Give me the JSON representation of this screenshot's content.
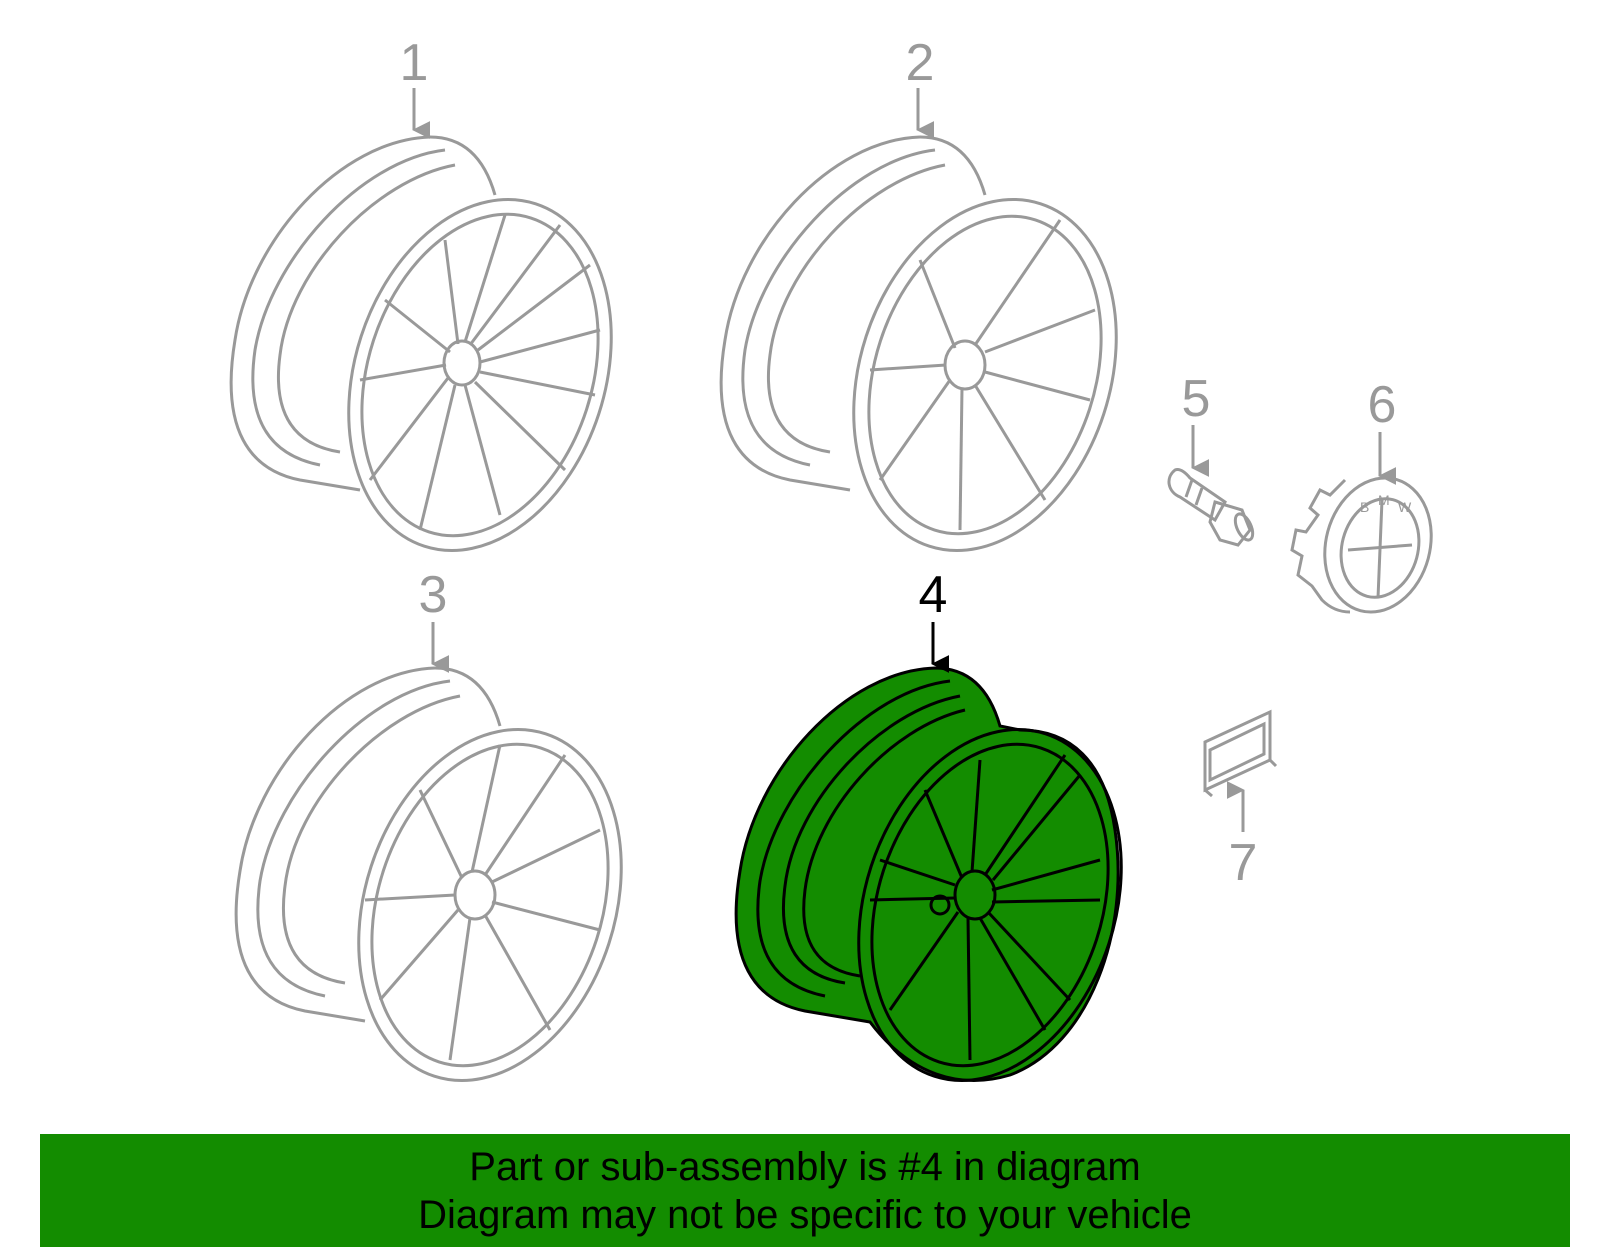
{
  "colors": {
    "highlight": "#138c00",
    "banner_bg": "#138c00",
    "muted_part": "#999999",
    "selected_part": "#000000"
  },
  "callouts": [
    {
      "id": "1",
      "label": "1",
      "part": "wheel",
      "selected": false
    },
    {
      "id": "2",
      "label": "2",
      "part": "wheel",
      "selected": false
    },
    {
      "id": "3",
      "label": "3",
      "part": "wheel",
      "selected": false
    },
    {
      "id": "4",
      "label": "4",
      "part": "wheel",
      "selected": true
    },
    {
      "id": "5",
      "label": "5",
      "part": "lug-bolt",
      "selected": false
    },
    {
      "id": "6",
      "label": "6",
      "part": "hub-cap",
      "selected": false
    },
    {
      "id": "7",
      "label": "7",
      "part": "label-plate",
      "selected": false
    }
  ],
  "banner": {
    "line1": "Part or sub-assembly is #4 in diagram",
    "line2": "Diagram may not be specific to your vehicle"
  }
}
